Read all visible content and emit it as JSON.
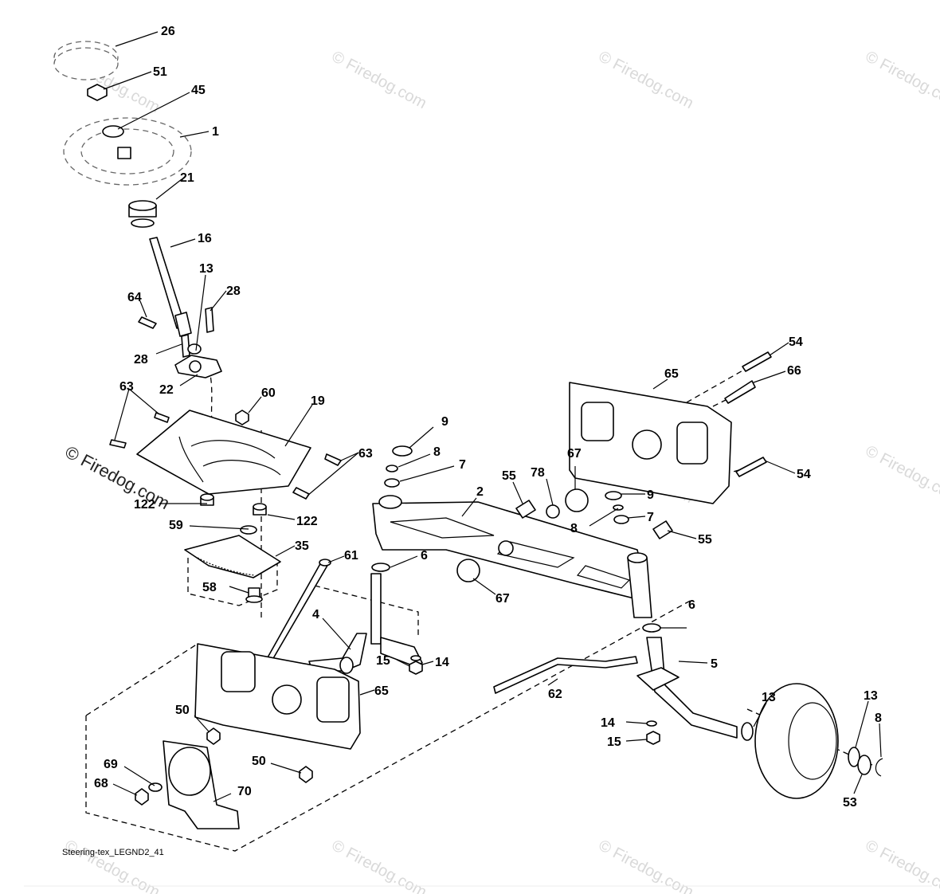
{
  "watermark": "© Firedog.com",
  "caption": "Steering-tex_LEGND2_41",
  "callouts": {
    "c26": "26",
    "c51": "51",
    "c45": "45",
    "c1": "1",
    "c21": "21",
    "c16": "16",
    "c13a": "13",
    "c28a": "28",
    "c64": "64",
    "c28b": "28",
    "c22": "22",
    "c63a": "63",
    "c60": "60",
    "c19": "19",
    "c63b": "63",
    "c122a": "122",
    "c59": "59",
    "c122b": "122",
    "c35": "35",
    "c58": "58",
    "c61": "61",
    "c4": "4",
    "c6a": "6",
    "c15a": "15",
    "c14a": "14",
    "c9a": "9",
    "c8a": "8",
    "c7a": "7",
    "c2": "2",
    "c55a": "55",
    "c78": "78",
    "c67a": "67",
    "c9b": "9",
    "c8b": "8",
    "c7b": "7",
    "c55b": "55",
    "c67b": "67",
    "c65a": "65",
    "c54a": "54",
    "c66": "66",
    "c54b": "54",
    "c6b": "6",
    "c5": "5",
    "c62": "62",
    "c14b": "14",
    "c15b": "15",
    "c13b": "13",
    "c13c": "13",
    "c8c": "8",
    "c53": "53",
    "c65b": "65",
    "c50a": "50",
    "c50b": "50",
    "c69": "69",
    "c68": "68",
    "c70": "70"
  }
}
